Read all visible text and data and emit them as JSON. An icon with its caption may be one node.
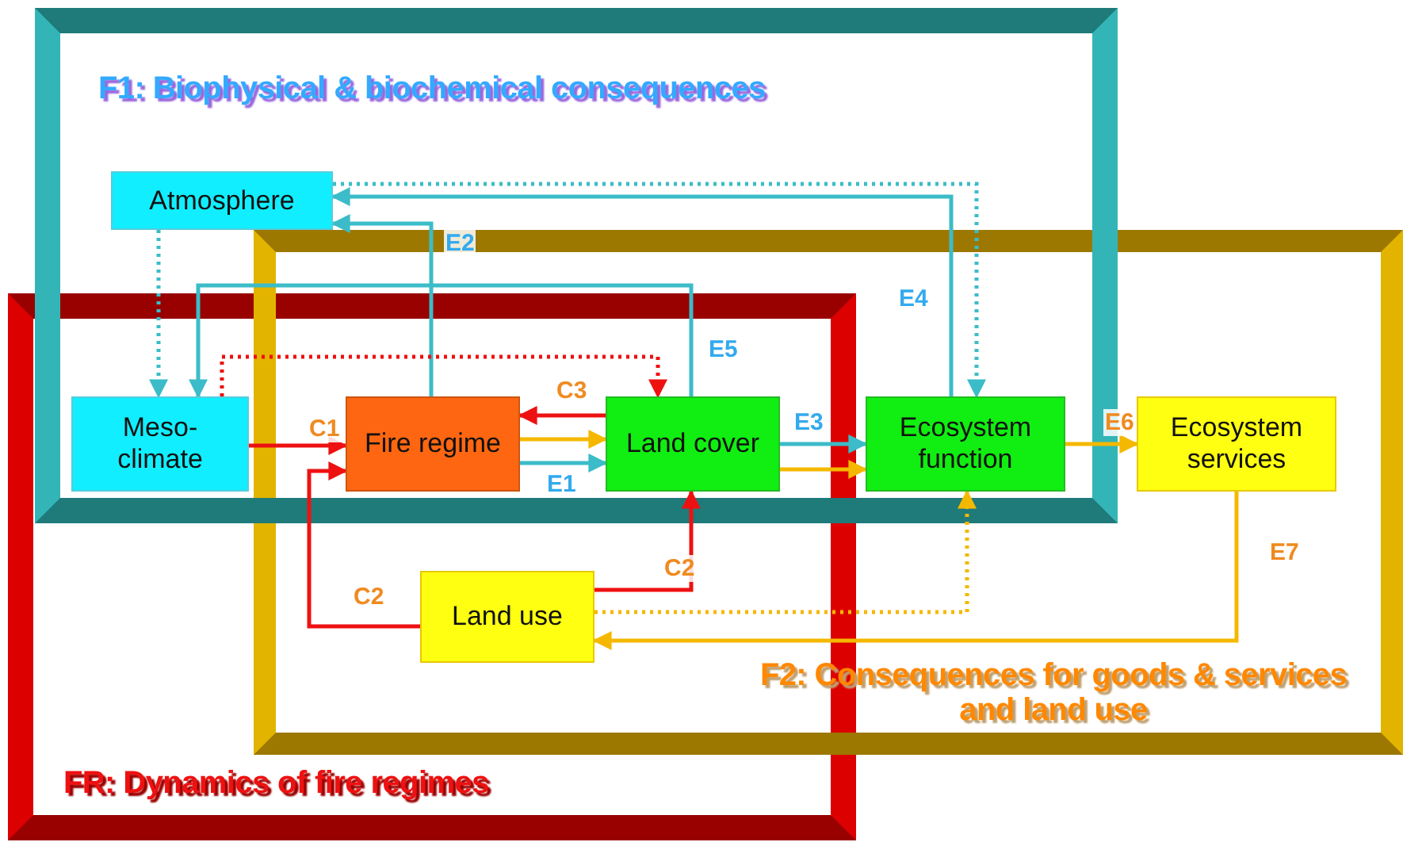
{
  "diagram": {
    "nodes": [
      {
        "text": [
          "Atmosphere"
        ]
      },
      {
        "text": [
          "Meso-climate"
        ]
      },
      {
        "text": [
          "Fire regime"
        ]
      },
      {
        "text": [
          "Land cover"
        ]
      },
      {
        "text": [
          "Ecosystem function"
        ]
      },
      {
        "text": [
          "Ecosystem services"
        ]
      },
      {
        "text": [
          "Land use"
        ]
      }
    ],
    "edges": [
      {
        "from": 0,
        "to": 1,
        "arrow": "to",
        "style": "dashed"
      },
      {
        "from": 3,
        "to": 1,
        "arrow": "to",
        "label": "E5"
      },
      {
        "from": 2,
        "to": 0,
        "arrow": "to",
        "label": "E2"
      },
      {
        "from": 4,
        "to": 0,
        "arrow": "to",
        "label": "E4"
      },
      {
        "from": 0,
        "to": 4,
        "arrow": "to",
        "style": "dashed"
      },
      {
        "from": 1,
        "to": 3,
        "arrow": "to",
        "style": "dashed",
        "color": "#ee1111"
      },
      {
        "from": 1,
        "to": 2,
        "arrow": "to",
        "label": "C1",
        "color": "#ee1111"
      },
      {
        "from": 6,
        "to": 2,
        "arrow": "to",
        "label": "C2",
        "color": "#ee1111"
      },
      {
        "from": 6,
        "to": 3,
        "arrow": "to",
        "label": "C2",
        "color": "#ee1111"
      },
      {
        "from": 3,
        "to": 2,
        "arrow": "to",
        "label": "C3",
        "color": "#ee1111"
      },
      {
        "from": 2,
        "to": 3,
        "arrow": "to",
        "label": "E1"
      },
      {
        "from": 2,
        "to": 3,
        "arrow": "to",
        "color": "#f5b800"
      },
      {
        "from": 3,
        "to": 4,
        "arrow": "to",
        "label": "E3"
      },
      {
        "from": 3,
        "to": 4,
        "arrow": "to",
        "color": "#f5b800"
      },
      {
        "from": 4,
        "to": 5,
        "arrow": "to",
        "label": "E6",
        "color": "#f5b800"
      },
      {
        "from": 5,
        "to": 6,
        "arrow": "to",
        "label": "E7",
        "color": "#f5b800"
      },
      {
        "from": 6,
        "to": 4,
        "arrow": "to",
        "style": "dashed",
        "color": "#f5b800"
      }
    ],
    "labels": [
      "F1: Biophysical & biochemical consequences",
      "F2: Consequences for goods & services and land use",
      "FR: Dynamics of fire regimes"
    ]
  }
}
